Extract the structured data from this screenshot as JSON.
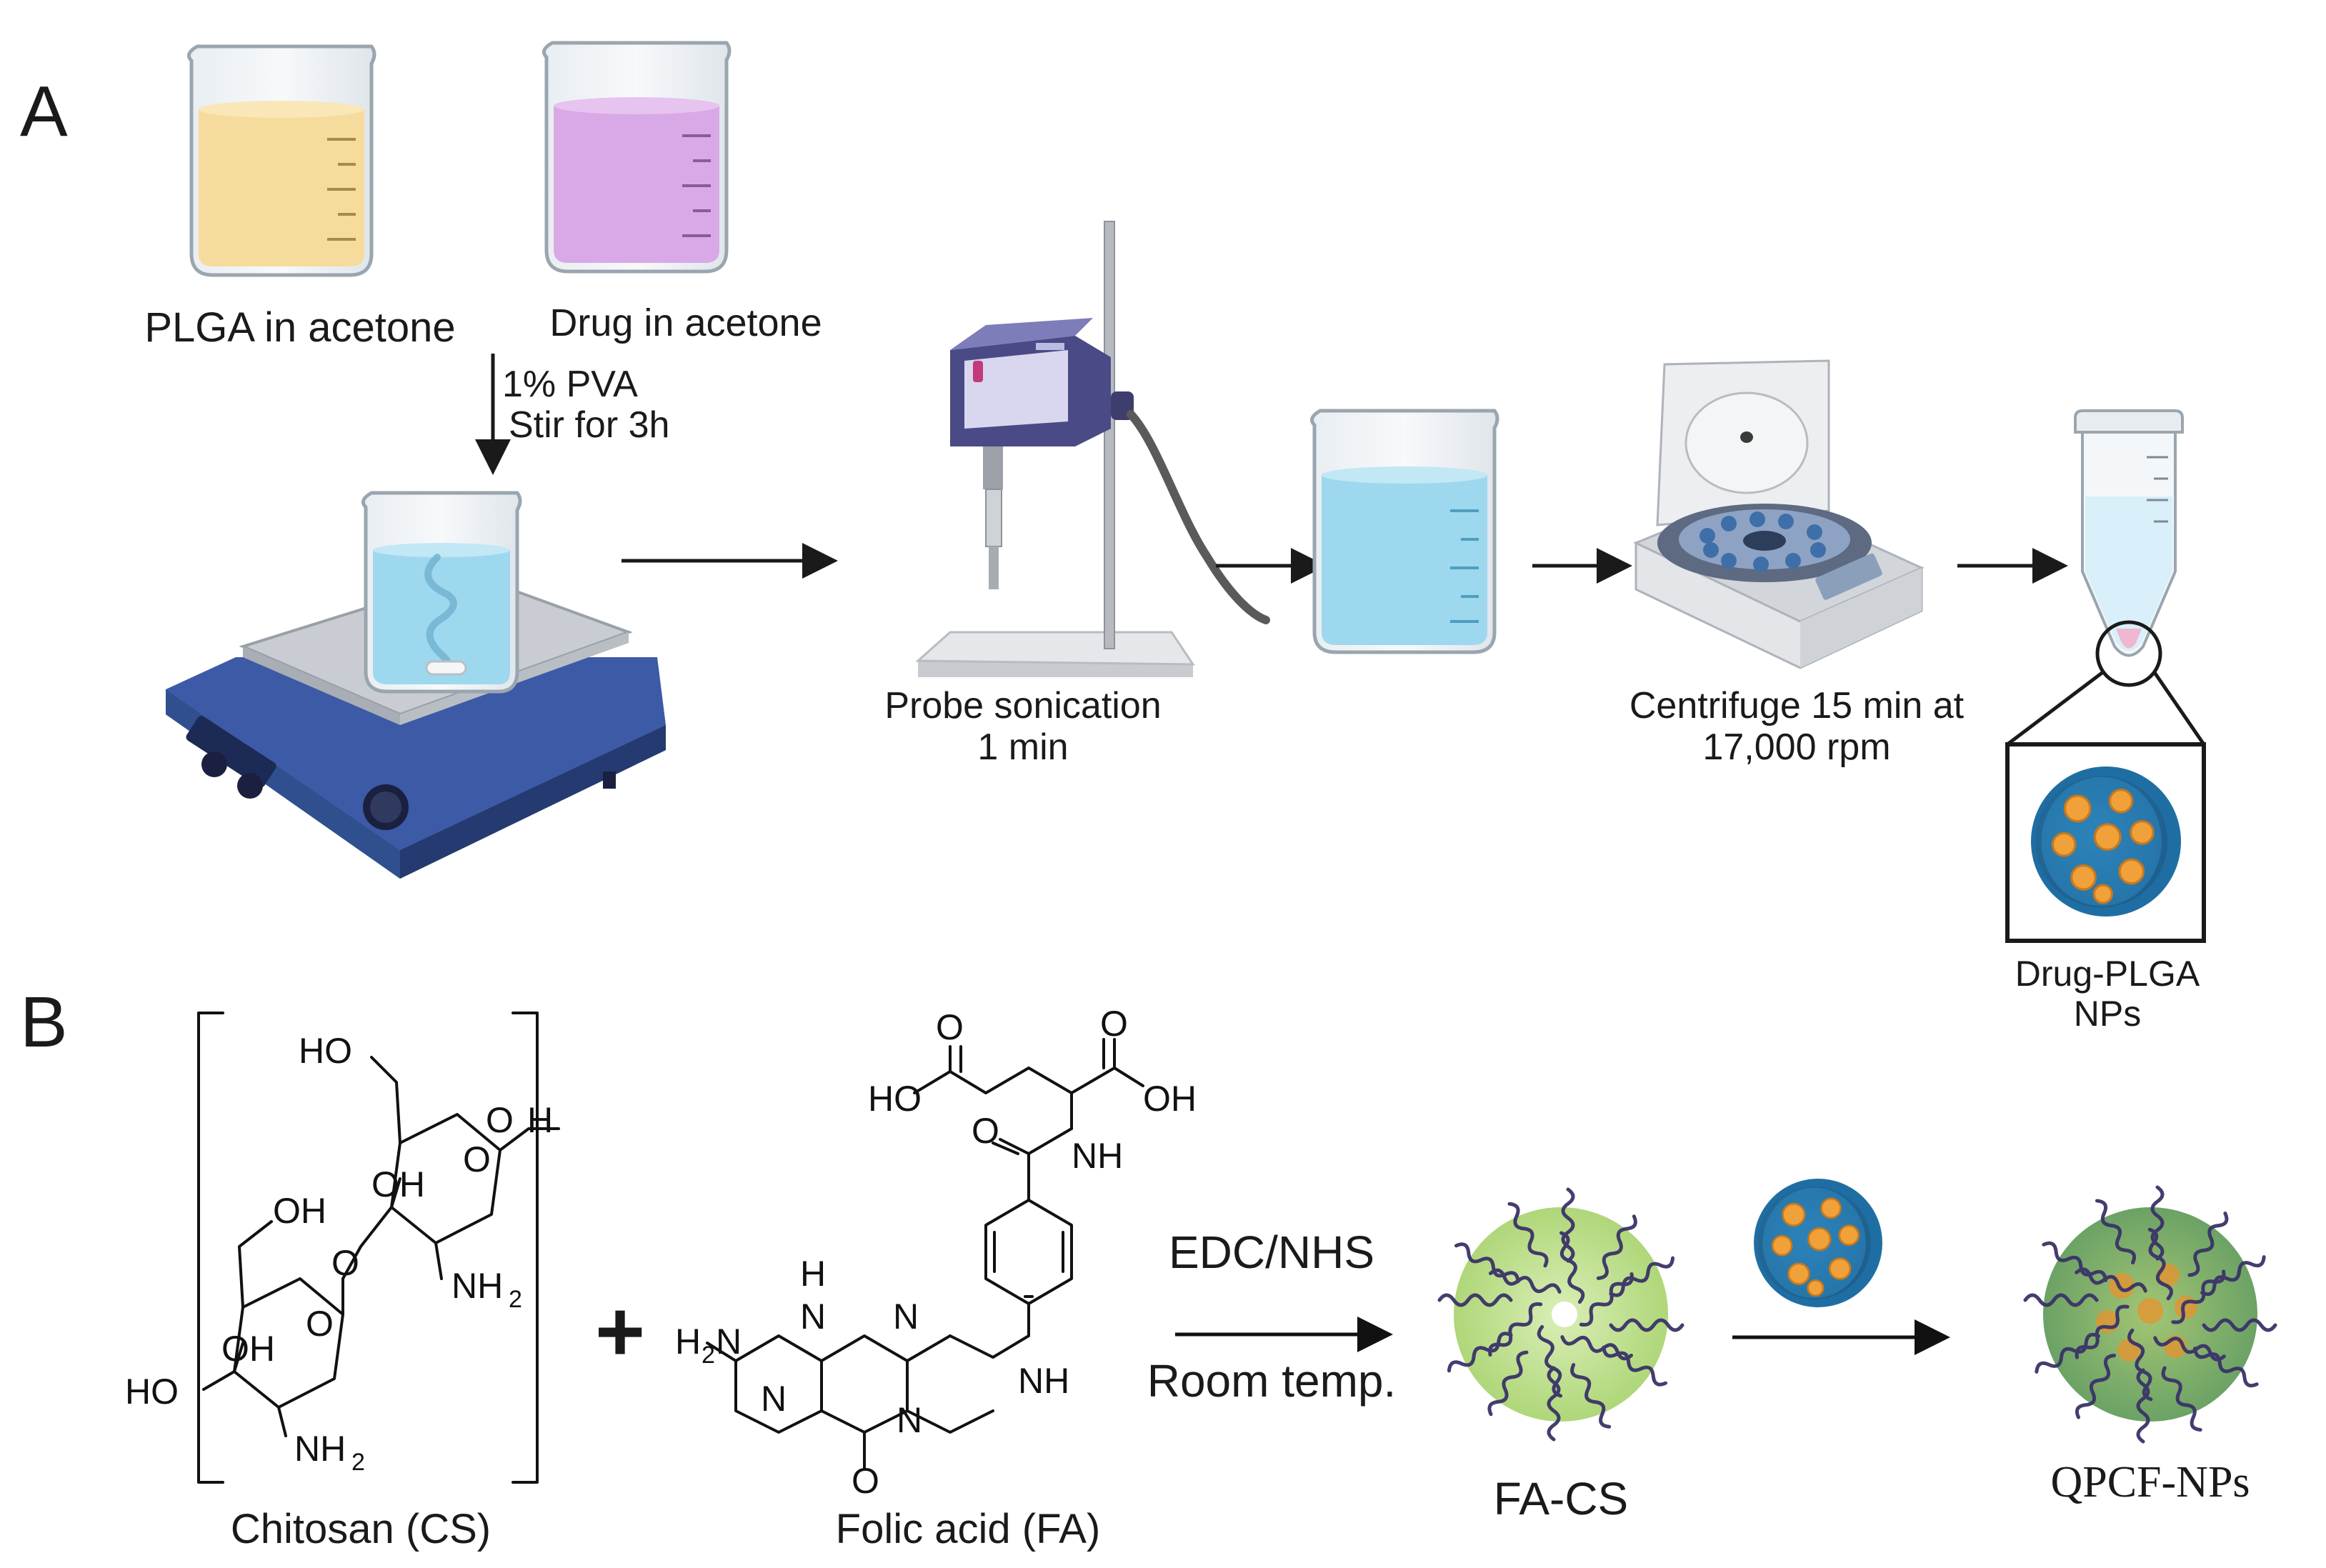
{
  "panels": {
    "a": {
      "letter": "A",
      "beaker1_label": "PLGA in acetone",
      "beaker2_label": "Drug in acetone",
      "step1_line1": "1% PVA",
      "step1_line2": "Stir for 3h",
      "sonication_line1": "Probe sonication",
      "sonication_line2": "1 min",
      "centrifuge_line1": "Centrifuge 15 min at",
      "centrifuge_line2": "17,000 rpm",
      "np_line1": "Drug-PLGA",
      "np_line2": "NPs"
    },
    "b": {
      "letter": "B",
      "chitosan_label": "Chitosan (CS)",
      "folic_label": "Folic acid (FA)",
      "plus": "+",
      "reagent": "EDC/NHS",
      "condition": "Room temp.",
      "fa_cs_label": "FA-CS",
      "qpcf_label": "QPCF-NPs"
    }
  },
  "chem": {
    "ho": "HO",
    "oh": "OH",
    "o": "O",
    "h": "H",
    "nh2": "NH",
    "sub2": "2",
    "nh": "NH",
    "n": "N",
    "h2n_h": "H",
    "h2n_n": "N"
  },
  "colors": {
    "plga_liquid": "#f6dc9c",
    "drug_liquid": "#d9a8e6",
    "water": "#9ed8ee",
    "device_blue": "#2f4f8f",
    "sonicator": "#4a4a86",
    "np_orange": "#f0a13a",
    "np_shell": "#2f84b8",
    "polymer_line": "#3a3368",
    "micelle_core": "#b7dc7a"
  },
  "icons": [
    "beaker-icon",
    "hotplate-stirrer-icon",
    "probe-sonicator-icon",
    "centrifuge-icon",
    "microtube-icon",
    "nanoparticle-icon",
    "micelle-icon",
    "arrow-icon"
  ]
}
